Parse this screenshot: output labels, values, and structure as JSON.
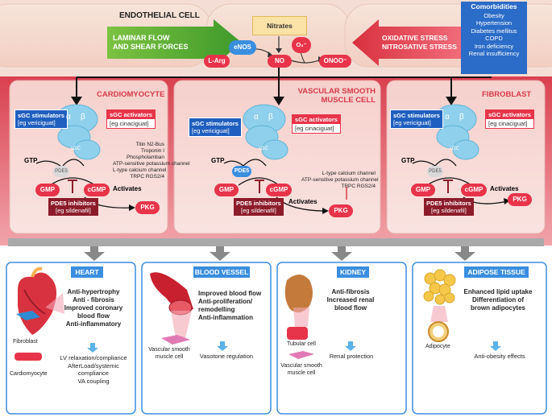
{
  "top": {
    "cell_title": "ENDOTHELIAL CELL",
    "nitrates": "Nitrates",
    "laminar": [
      "LAMINAR FLOW",
      "AND SHEAR FORCES"
    ],
    "enos": "eNOS",
    "l_arg": "L-Arg",
    "no": "NO",
    "o2": "O₂⁻",
    "onoo": "ONOO⁻",
    "oxidative": [
      "OXIDATIVE STRESS",
      "NITROSATIVE STRESS"
    ],
    "comorbidities_title": "Comorbidities",
    "comorbidities": [
      "Obesity",
      "Hypertension",
      "Diabetes mellitus",
      "COPD",
      "Iron deficiency",
      "Renal insufficiency"
    ]
  },
  "cells": {
    "cardio": {
      "title": "CARDIOMYOCYTE",
      "channels": [
        "Titin N2-Bus",
        "Troponin I",
        "Phospholamban",
        "ATP-sensitive potassium channel",
        "L-type calcium channel",
        "TRPC RGS2/4"
      ]
    },
    "vsmc": {
      "title": [
        "VASCULAR SMOOTH",
        "MUSCLE CELL"
      ],
      "channels": [
        "L-type calcium channel",
        "ATP-sensitive potassium channel",
        "TRPC RGS2/4"
      ]
    },
    "fibro": {
      "title": "FIBROBLAST"
    },
    "common": {
      "sgc_stim": "sGC stimulators",
      "sgc_stim_eg": "[eg vericiguat]",
      "sgc_act": "sGC activators",
      "sgc_act_eg": "[eg cinaciguat]",
      "alpha": "α",
      "beta": "β",
      "sgc": "sGC",
      "gtp": "GTP",
      "pde5": "PDE5",
      "gmp": "GMP",
      "cgmp": "cGMP",
      "activates": "Activates",
      "pkg": "PKG",
      "pde5_inh": "PDE5 inhibitors",
      "pde5_inh_eg": "[eg sildenafil]"
    }
  },
  "organs": {
    "heart": {
      "title": "HEART",
      "effects": [
        "Anti-hypertrophy",
        "Anti - fibrosis",
        "Improved coronary",
        "blood flow",
        "Anti-inflammatory"
      ],
      "labels": [
        "Fibroblast",
        "Cardiomyocyte"
      ],
      "results": [
        "LV relaxation/compliance",
        "AfterLoad/systemic",
        "compliance",
        "VA coupling"
      ]
    },
    "vessel": {
      "title": "BLOOD VESSEL",
      "effects": [
        "Improved blood flow",
        "Anti-proliferation/",
        "remodelling",
        "Anti-inflammation"
      ],
      "labels": [
        "Vascular smooth",
        "muscle cell"
      ],
      "results": [
        "Vasotone regulation"
      ]
    },
    "kidney": {
      "title": "KIDNEY",
      "effects": [
        "Anti-fibrosis",
        "Increased renal",
        "blood flow"
      ],
      "labels": [
        "Tubular cell",
        "Vascular smooth",
        "muscle cell"
      ],
      "results": [
        "Renal protection"
      ]
    },
    "adipose": {
      "title": "ADIPOSE TISSUE",
      "effects": [
        "Enhanced lipid uptake",
        "Differentiation of",
        "brown adipocytes"
      ],
      "labels": [
        "Adipocyte"
      ],
      "results": [
        "Anti-obesity effects"
      ]
    }
  }
}
